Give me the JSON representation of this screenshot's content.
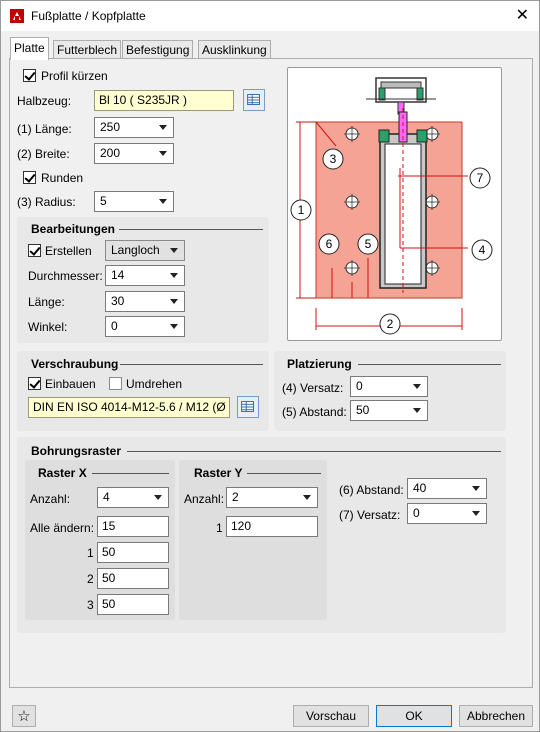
{
  "window": {
    "title": "Fußplatte / Kopfplatte",
    "close_label": "✕"
  },
  "tabs": [
    {
      "label": "Platte",
      "active": true
    },
    {
      "label": "Futterblech",
      "active": false
    },
    {
      "label": "Befestigung",
      "active": false
    },
    {
      "label": "Ausklinkung",
      "active": false
    }
  ],
  "platte": {
    "profil_kuerzen": {
      "label": "Profil kürzen",
      "checked": true
    },
    "halbzeug_label": "Halbzeug:",
    "halbzeug_value": "Bl 10  ( S235JR )",
    "laenge_label": "(1) Länge:",
    "laenge_value": "250",
    "breite_label": "(2) Breite:",
    "breite_value": "200",
    "runden": {
      "label": "Runden",
      "checked": true
    },
    "radius_label": "(3) Radius:",
    "radius_value": "5"
  },
  "bearbeitungen": {
    "title": "Bearbeitungen",
    "erstellen": {
      "label": "Erstellen",
      "checked": true
    },
    "type_value": "Langloch",
    "durchmesser_label": "Durchmesser:",
    "durchmesser_value": "14",
    "laenge_label": "Länge:",
    "laenge_value": "30",
    "winkel_label": "Winkel:",
    "winkel_value": "0"
  },
  "verschraubung": {
    "title": "Verschraubung",
    "einbauen": {
      "label": "Einbauen",
      "checked": true
    },
    "umdrehen": {
      "label": "Umdrehen",
      "checked": false
    },
    "schraube_value": "DIN EN ISO 4014-M12-5.6 / M12 (Ø"
  },
  "platzierung": {
    "title": "Platzierung",
    "versatz_label": "(4) Versatz:",
    "versatz_value": "0",
    "abstand_label": "(5) Abstand:",
    "abstand_value": "50"
  },
  "bohrungsraster": {
    "title": "Bohrungsraster",
    "raster_x": {
      "title": "Raster X",
      "anzahl_label": "Anzahl:",
      "anzahl_value": "4",
      "alle_label": "Alle ändern:",
      "alle_value": "15",
      "rows": [
        {
          "index": "1",
          "value": "50"
        },
        {
          "index": "2",
          "value": "50"
        },
        {
          "index": "3",
          "value": "50"
        }
      ]
    },
    "raster_y": {
      "title": "Raster Y",
      "anzahl_label": "Anzahl:",
      "anzahl_value": "2",
      "rows": [
        {
          "index": "1",
          "value": "120"
        }
      ]
    },
    "abstand_label": "(6) Abstand:",
    "abstand_value": "40",
    "versatz_label": "(7) Versatz:",
    "versatz_value": "0"
  },
  "preview": {
    "markers": [
      "1",
      "2",
      "3",
      "4",
      "5",
      "6",
      "7"
    ]
  },
  "footer": {
    "vorschau_label": "Vorschau",
    "ok_label": "OK",
    "abbrechen_label": "Abbrechen"
  },
  "colors": {
    "plate": "#f4a394",
    "plate_stroke": "#c0392b",
    "dim": "#d01010",
    "accent": "#0078d7"
  }
}
